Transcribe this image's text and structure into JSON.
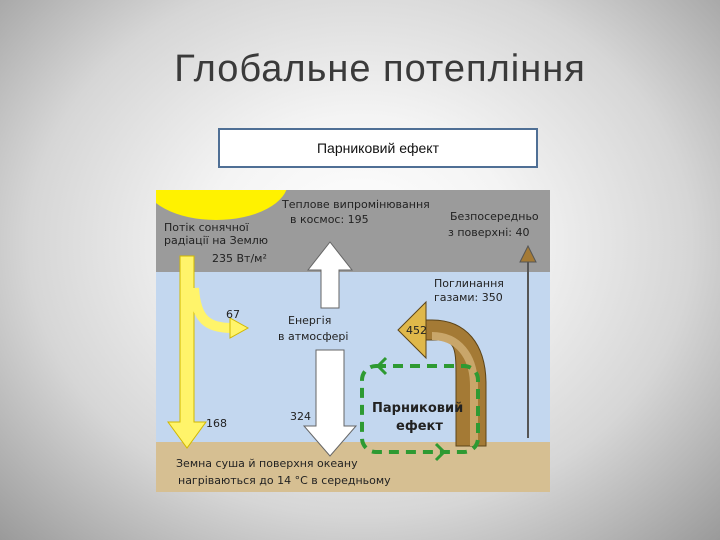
{
  "slide": {
    "title": "Глобальне потепління",
    "subtitle": "Парниковий ефект"
  },
  "diagram": {
    "colors": {
      "sky": "#9a9a9a",
      "atmosphere": "#c3d7ef",
      "ground": "#d6bf92",
      "sun": "#fff200",
      "solar_arrow": "#fff46a",
      "earth_arrow": "#a47a35",
      "greenhouse_loop": "#2e9a32"
    },
    "labels": {
      "solar_flux": [
        "Потік сонячної",
        "радіації на Землю",
        "235 Вт/м²"
      ],
      "thermal_to_space": [
        "Теплове випромінювання",
        "в космос: 195"
      ],
      "direct_from_surface": [
        "Безпосередньо",
        "з поверхні: 40"
      ],
      "absorbed_by_gases": [
        "Поглинання",
        "газами: 350"
      ],
      "energy_in_atmosphere": [
        "Енергія",
        "в атмосфері"
      ],
      "greenhouse_effect": [
        "Парниковий",
        "ефект"
      ],
      "ground": [
        "Земна суша й поверхня океану",
        "нагріваються до 14 °C в середньому"
      ],
      "v67": "67",
      "v168": "168",
      "v324": "324",
      "v452": "452"
    }
  }
}
